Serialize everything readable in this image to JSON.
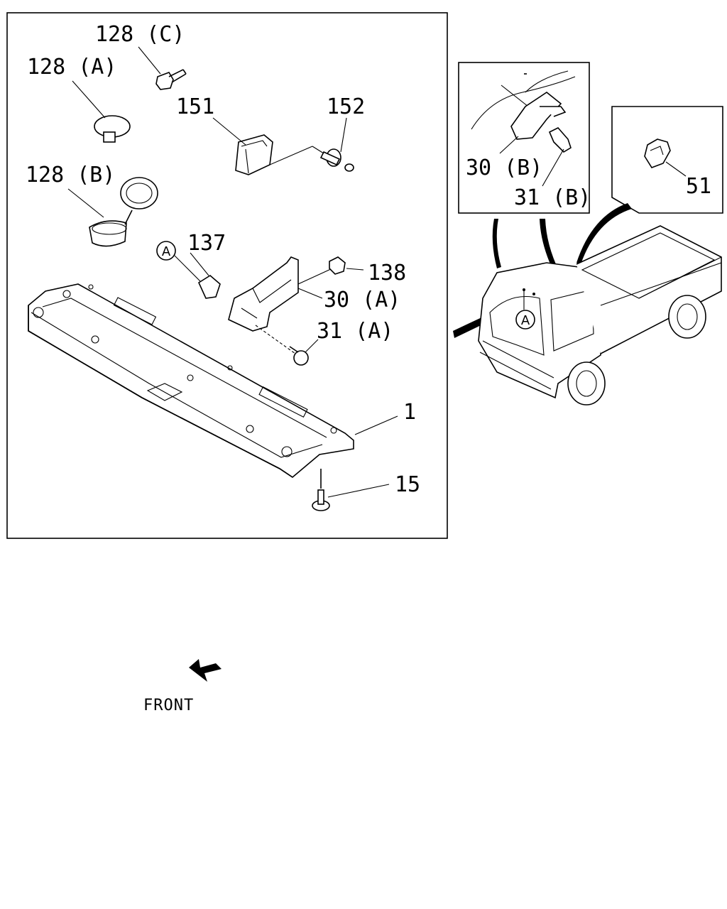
{
  "labels": {
    "p128c": "128 (C)",
    "p128a": "128 (A)",
    "p128b": "128 (B)",
    "p151": "151",
    "p152": "152",
    "p137": "137",
    "p138": "138",
    "p30a": "30 (A)",
    "p31a": "31 (A)",
    "p1": "1",
    "p15": "15",
    "p30b": "30 (B)",
    "p31b": "31 (B)",
    "p51": "51",
    "ref_a_main": "A",
    "ref_a_truck": "A"
  },
  "front_label": "FRONT"
}
